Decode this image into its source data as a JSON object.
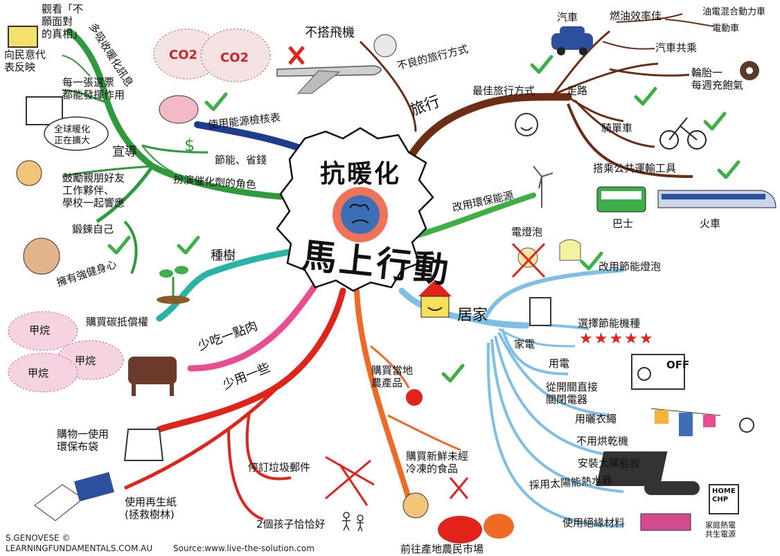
{
  "center": {
    "title": "抗暖化",
    "subtitle": "馬上行動"
  },
  "travel": {
    "label": "旅行",
    "bad": "不良的旅行方式",
    "no_fly": "不搭飛機",
    "best": "最佳旅行方式",
    "car": "汽車",
    "fuel_eff": "燃油效率佳",
    "hybrid": "油電混合動力車",
    "electric": "電動車",
    "carpool": "汽車共乘",
    "tyre": "輪胎一\n每週充飽氣",
    "walk": "走路",
    "bike": "騎單車",
    "transit": "搭乘公共運輸工具",
    "bus": "巴士",
    "train": "火車"
  },
  "renewable": {
    "label": "改用環保能源"
  },
  "bulbs": {
    "incandescent": "電燈泡",
    "cfl": "改用節能燈泡"
  },
  "home": {
    "label": "居家",
    "appliances": "家電",
    "choose_efficient": "選擇節能機種",
    "stars": "★★★★★",
    "power": "用電",
    "switch_off": "從開關直接\n關閉電器",
    "off_label": "OFF",
    "clothesline": "用曬衣繩",
    "no_dryer": "不用烘乾機",
    "solar_panel": "安裝太陽能板",
    "solar_water": "採用太陽能熱水器",
    "insulation": "使用絕緣材料",
    "chp_box": "HOME\nCHP",
    "chp": "家庭熱電\n共生電源"
  },
  "food": {
    "local_produce": "購買當地\n農產品",
    "fresh": "購買新鮮未經\n冷凍的食品",
    "farmers_market": "前往產地農民市場"
  },
  "use_less": {
    "label": "少用一些",
    "bag": "購物一使用\n環保布袋",
    "junk_mail": "停訂垃圾郵件",
    "recycled_paper": "使用再生紙\n(拯救樹林)",
    "two_kids": "2個孩子恰恰好"
  },
  "meat": {
    "label": "少吃一點肉",
    "methane": "甲烷"
  },
  "offsets": {
    "label": "購買碳抵償權"
  },
  "trees": {
    "label": "種樹"
  },
  "audit": {
    "energy_check": "使用能源檢核表",
    "save_money": "節能、省錢"
  },
  "advocacy": {
    "learn_more": "多吸收暖化訊息",
    "documentary": "觀看「不\n願面對\n的真相」",
    "rep": "向民意代\n表反映",
    "vote": "每一張選票\n都能發揮作用",
    "speech_bubble": "全球暖化\n正在擴大",
    "spread_word": "宣導",
    "encourage": "鼓勵親朋好友\n工作夥伴、\n學校一起響應",
    "catalyst": "扮演催化劑的角色",
    "fitness": "鍛鍊自己",
    "strong": "擁有強健身心"
  },
  "co2": "CO2",
  "credits": {
    "author": "S.GENOVESE ©",
    "site": "LEARNINGFUNDAMENTALS.COM.AU",
    "source": "Source:www.live-the-solution.com"
  },
  "colors": {
    "travel_brown": "#6b2d14",
    "green": "#2f9a3c",
    "navy": "#1f3d8c",
    "teal": "#29b3a4",
    "pink": "#ea4d8f",
    "red": "#e2231a",
    "orange": "#ef6a24",
    "sky": "#7fbfe6",
    "check": "#3cb043"
  }
}
